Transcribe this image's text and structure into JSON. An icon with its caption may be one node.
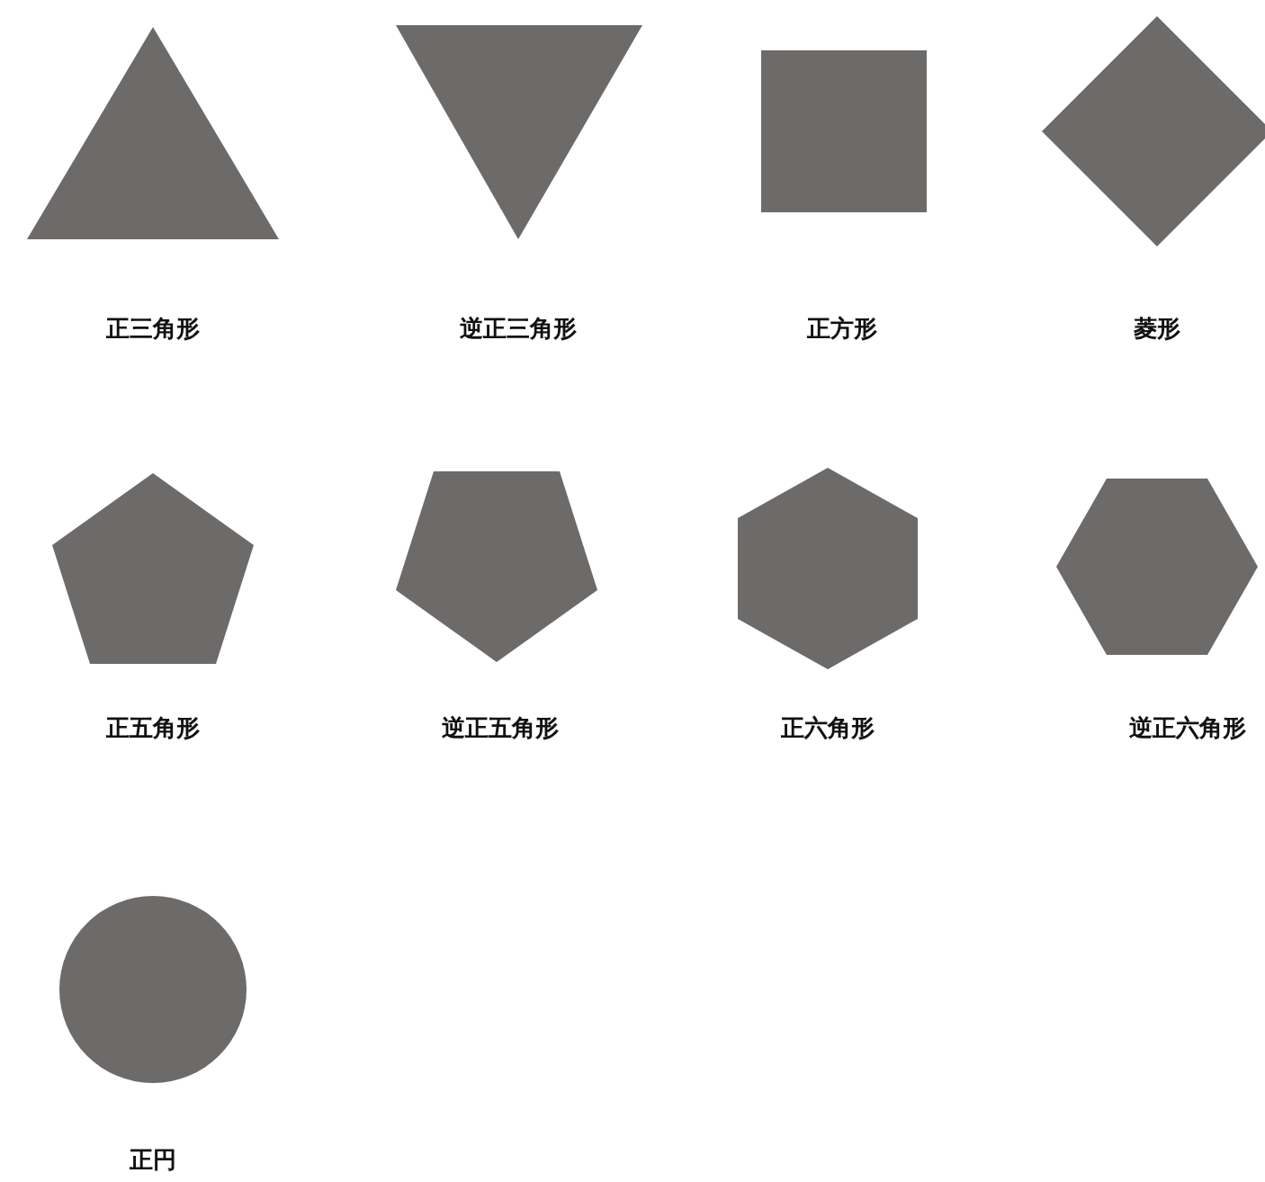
{
  "diagram": {
    "nodes": [
      {
        "text": [
          "正三角形"
        ]
      },
      {
        "text": [
          "逆正三角形"
        ]
      },
      {
        "text": [
          "正方形"
        ]
      },
      {
        "text": [
          "菱形"
        ]
      },
      {
        "text": [
          "正五角形"
        ]
      },
      {
        "text": [
          "逆正五角形"
        ]
      },
      {
        "text": [
          "正六角形"
        ]
      },
      {
        "text": [
          "逆正六角形"
        ]
      },
      {
        "text": [
          "正円"
        ]
      }
    ]
  }
}
